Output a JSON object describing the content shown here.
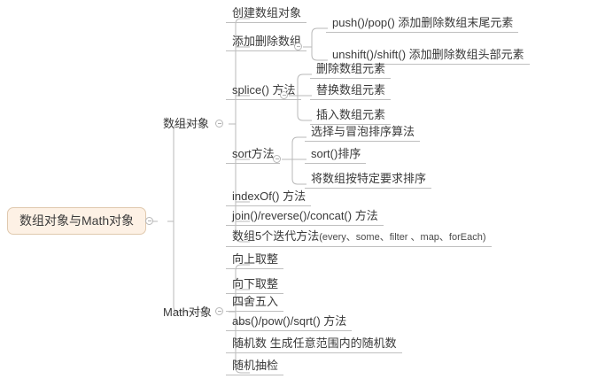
{
  "document": {
    "type": "mind-map",
    "title": "数组对象与Math对象",
    "background_color": "#ffffff",
    "line_color": "#b8b8b8",
    "text_color": "#3a3a3a",
    "root_fill_color": "#fdf1e5",
    "root_border_color": "#e0c9ae"
  },
  "root": {
    "label": "数组对象与Math对象",
    "toggle_icon": "collapse-minus-circle-icon"
  },
  "branches": [
    {
      "label": "数组对象",
      "toggle_icon": "collapse-minus-circle-icon",
      "topics": [
        {
          "label": "创建数组对象",
          "children": []
        },
        {
          "label": "添加删除数组",
          "toggle_icon": "collapse-minus-circle-icon",
          "children": [
            {
              "label": "push()/pop() 添加删除数组末尾元素"
            },
            {
              "label": "unshift()/shift() 添加删除数组头部元素"
            }
          ]
        },
        {
          "label": "splice() 方法",
          "toggle_icon": "collapse-minus-circle-icon",
          "children": [
            {
              "label": "删除数组元素"
            },
            {
              "label": "替换数组元素"
            },
            {
              "label": "插入数组元素"
            }
          ]
        },
        {
          "label": "sort方法",
          "toggle_icon": "collapse-minus-circle-icon",
          "children": [
            {
              "label": "选择与冒泡排序算法"
            },
            {
              "label": "sort()排序"
            },
            {
              "label": "将数组按特定要求排序"
            }
          ]
        },
        {
          "label": "indexOf() 方法",
          "children": []
        },
        {
          "label": "join()/reverse()/concat() 方法",
          "children": []
        },
        {
          "label": "数组5个迭代方法",
          "label_suffix": "(every、some、filter 、map、forEach)",
          "children": []
        }
      ]
    },
    {
      "label": "Math对象",
      "toggle_icon": "collapse-minus-circle-icon",
      "topics": [
        {
          "label": "向上取整",
          "children": []
        },
        {
          "label": "向下取整",
          "children": []
        },
        {
          "label": "四舍五入",
          "children": []
        },
        {
          "label": "abs()/pow()/sqrt() 方法",
          "children": []
        },
        {
          "label": "随机数 生成任意范围内的随机数",
          "children": []
        },
        {
          "label": "随机抽检",
          "children": []
        }
      ]
    }
  ]
}
